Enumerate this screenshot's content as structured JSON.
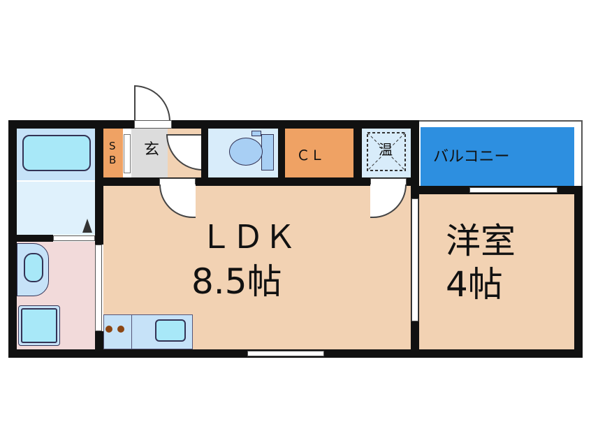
{
  "floorplan": {
    "rooms": {
      "ldk": {
        "name": "ＬＤＫ",
        "size": "8.5帖"
      },
      "western": {
        "name": "洋室",
        "size": "4帖"
      },
      "balcony": {
        "name": "バルコニー"
      },
      "entrance": {
        "name": "玄"
      },
      "shoebox": {
        "name": "S\nB",
        "s": "S",
        "b": "B"
      },
      "closet": {
        "name": "ＣＬ"
      },
      "water_heater": {
        "name": "温"
      }
    },
    "colors": {
      "wall": "#111111",
      "ldk_floor": "#f2d2b3",
      "wet_area": "#d8ecfa",
      "bath_fixture": "#a8e8f8",
      "washroom": "#f2dada",
      "storage": "#efa264",
      "entrance": "#dcdcdc",
      "balcony": "#2d8fe0"
    }
  }
}
